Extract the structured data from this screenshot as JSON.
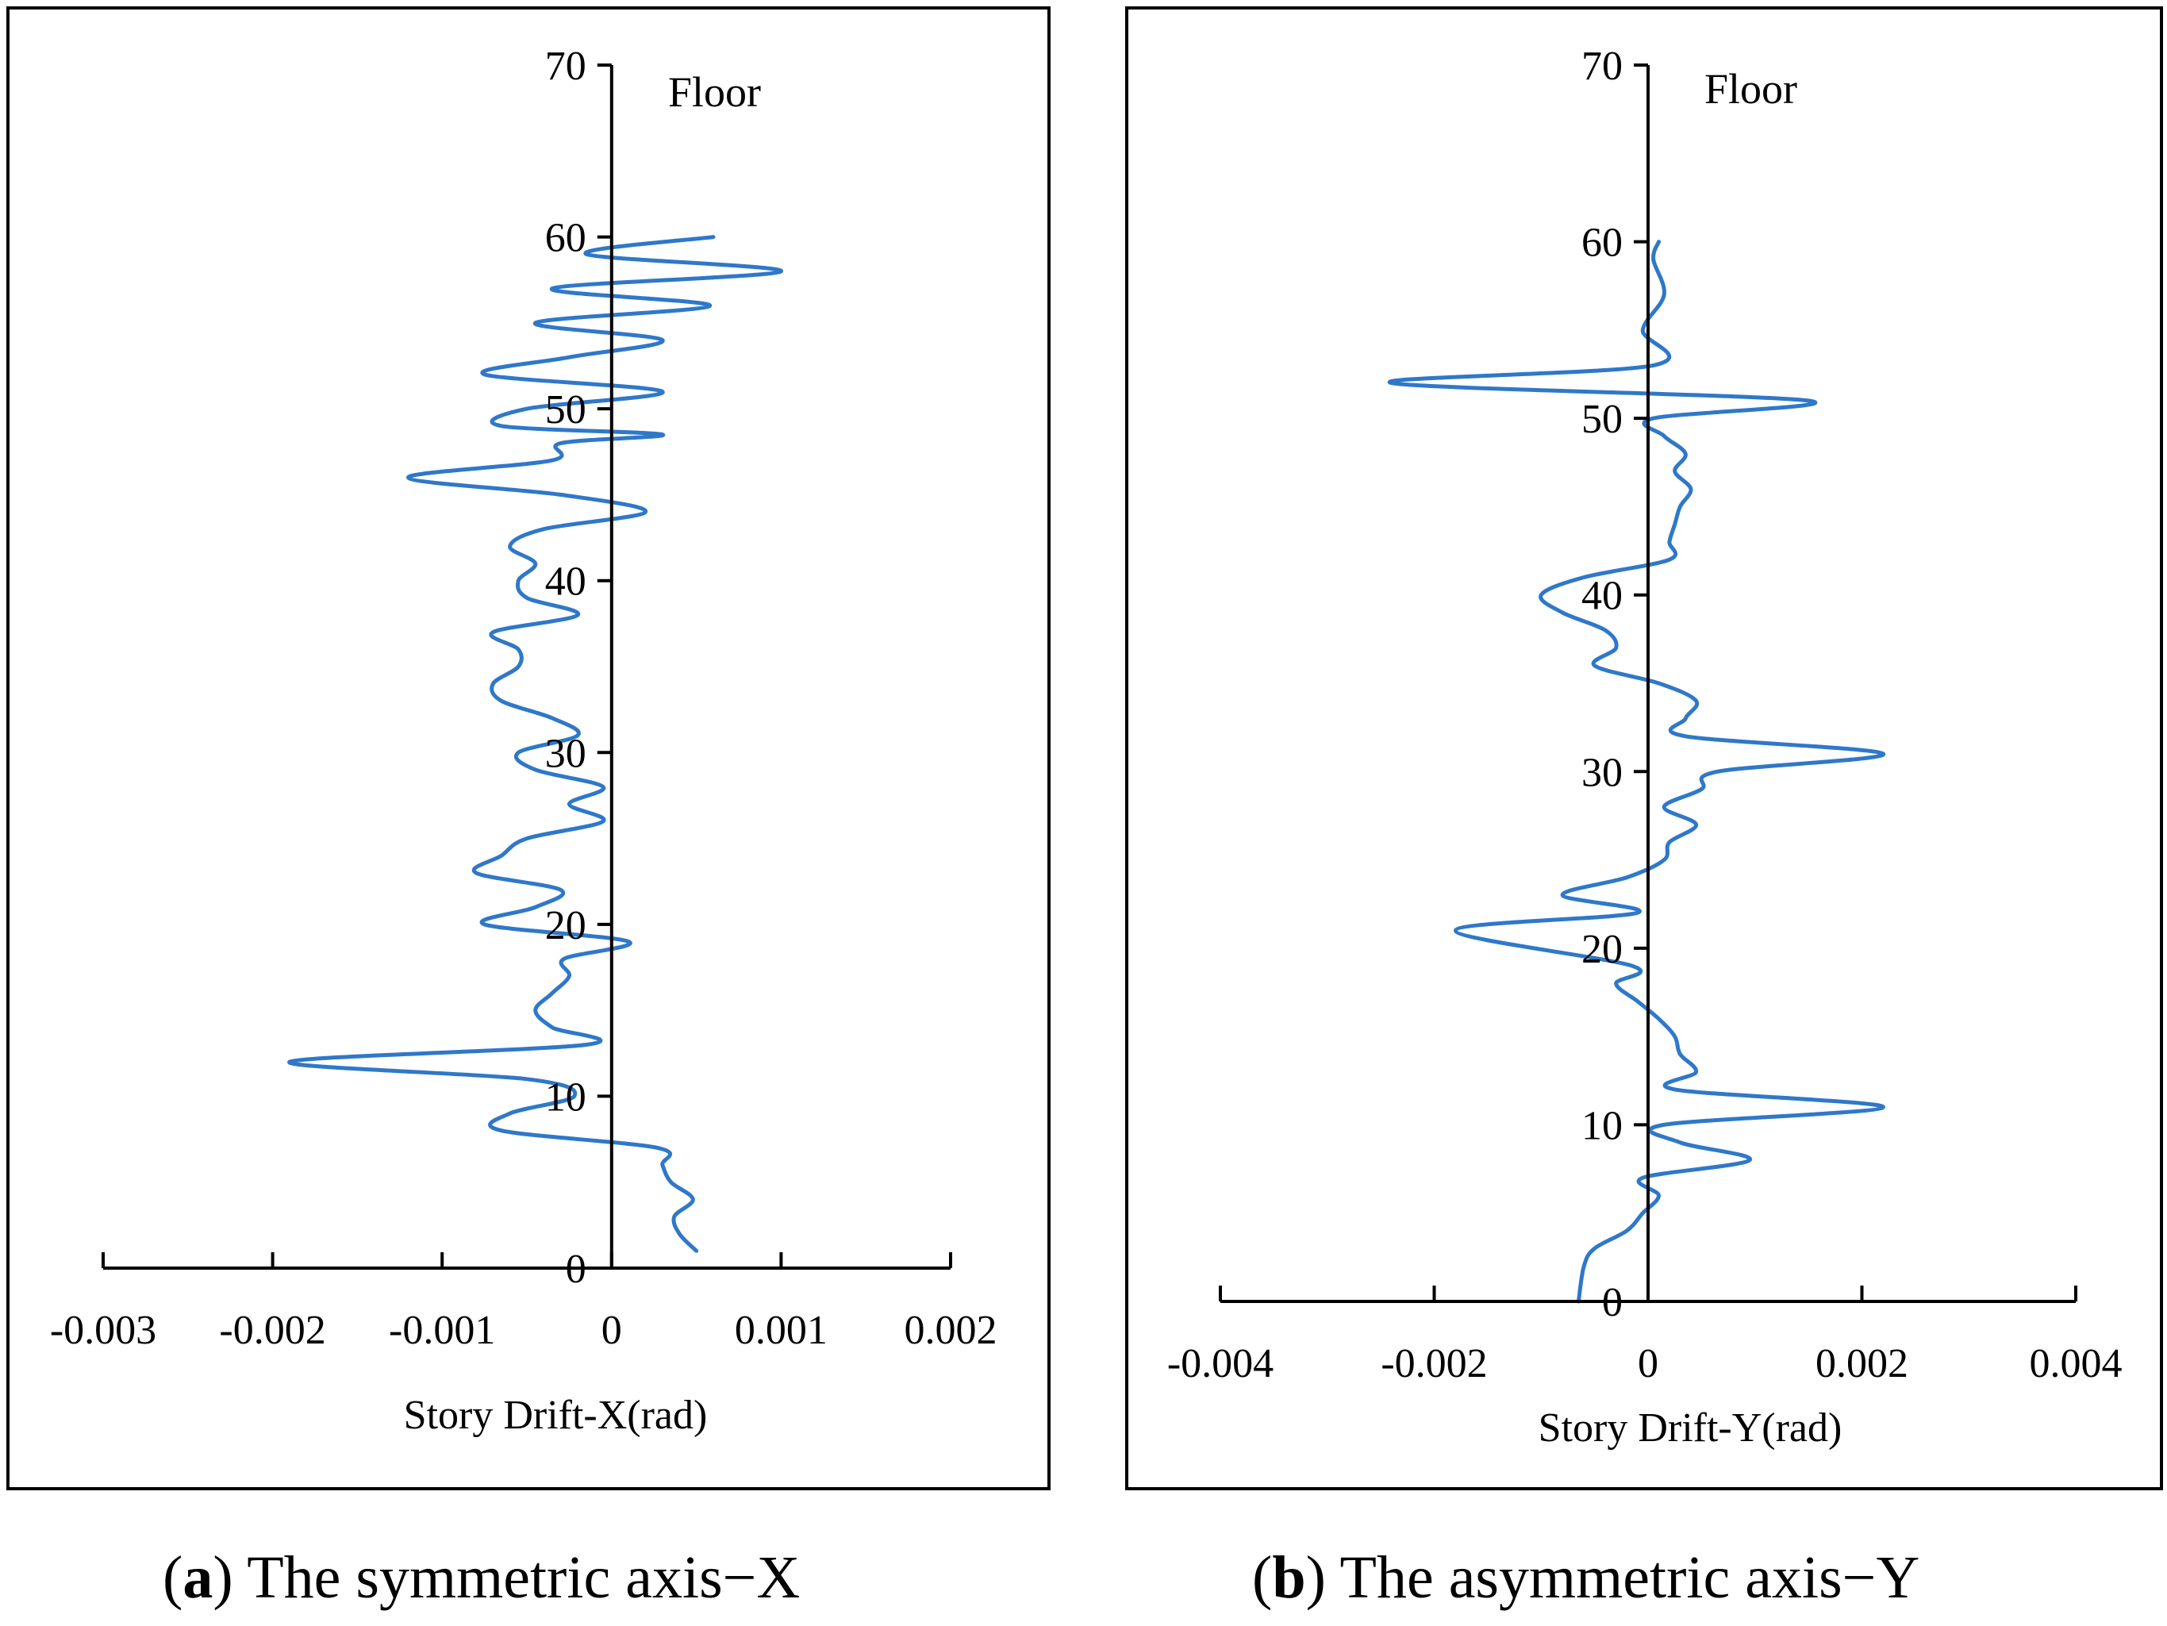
{
  "chart_data": [
    {
      "type": "line",
      "panel": "a",
      "floor_label": "Floor",
      "xlabel": "Story Drift-X(rad)",
      "xlim": [
        -0.003,
        0.002
      ],
      "x_ticks": [
        "-0.003",
        "-0.002",
        "-0.001",
        "0",
        "0.001",
        "0.002"
      ],
      "ylim": [
        0,
        70
      ],
      "y_ticks": [
        "0",
        "10",
        "20",
        "30",
        "40",
        "50",
        "60",
        "70"
      ],
      "grid": false,
      "color": "#2f78c9",
      "series": [
        {
          "points": [
            [
              0.0005,
              1
            ],
            [
              0.0004,
              2
            ],
            [
              0.00037,
              3
            ],
            [
              0.00048,
              4
            ],
            [
              0.00035,
              5
            ],
            [
              0.0003,
              6
            ],
            [
              0.00027,
              7
            ],
            [
              -0.00065,
              8
            ],
            [
              -0.0006,
              9
            ],
            [
              -0.00022,
              10
            ],
            [
              -0.0005,
              11
            ],
            [
              -0.0019,
              12
            ],
            [
              -0.00015,
              13
            ],
            [
              -0.00035,
              14
            ],
            [
              -0.00045,
              15
            ],
            [
              -0.00035,
              16
            ],
            [
              -0.00025,
              17
            ],
            [
              -0.00028,
              18
            ],
            [
              0.0001,
              19
            ],
            [
              -0.00075,
              20
            ],
            [
              -0.00045,
              21
            ],
            [
              -0.0003,
              22
            ],
            [
              -0.0008,
              23
            ],
            [
              -0.00065,
              24
            ],
            [
              -0.0005,
              25
            ],
            [
              -5e-05,
              26
            ],
            [
              -0.00025,
              27
            ],
            [
              -5e-05,
              28
            ],
            [
              -0.00045,
              29
            ],
            [
              -0.00055,
              30
            ],
            [
              -0.0002,
              31
            ],
            [
              -0.00035,
              32
            ],
            [
              -0.00065,
              33
            ],
            [
              -0.0007,
              34
            ],
            [
              -0.00055,
              35
            ],
            [
              -0.00055,
              36
            ],
            [
              -0.0007,
              37
            ],
            [
              -0.0002,
              38
            ],
            [
              -0.0005,
              39
            ],
            [
              -0.00055,
              40
            ],
            [
              -0.00045,
              41
            ],
            [
              -0.0006,
              42
            ],
            [
              -0.0004,
              43
            ],
            [
              0.0002,
              44
            ],
            [
              -0.0003,
              45
            ],
            [
              -0.0012,
              46
            ],
            [
              -0.00035,
              47
            ],
            [
              -0.0003,
              48
            ],
            [
              0.0003,
              48.5
            ],
            [
              -0.00065,
              49
            ],
            [
              -0.0005,
              50
            ],
            [
              0.0003,
              51
            ],
            [
              -0.00075,
              52
            ],
            [
              -0.00025,
              53
            ],
            [
              0.0003,
              54
            ],
            [
              -0.00045,
              55
            ],
            [
              0.00058,
              56
            ],
            [
              -0.00035,
              57
            ],
            [
              0.001,
              58
            ],
            [
              -0.00015,
              59
            ],
            [
              0.0006,
              60
            ]
          ]
        }
      ]
    },
    {
      "type": "line",
      "panel": "b",
      "floor_label": "Floor",
      "xlabel": "Story Drift-Y(rad)",
      "xlim": [
        -0.004,
        0.004
      ],
      "x_ticks": [
        "-0.004",
        "-0.002",
        "0",
        "0.002",
        "0.004"
      ],
      "ylim": [
        0,
        70
      ],
      "y_ticks": [
        "0",
        "10",
        "20",
        "30",
        "40",
        "50",
        "60",
        "70"
      ],
      "grid": false,
      "color": "#2f78c9",
      "series": [
        {
          "points": [
            [
              -0.00065,
              0
            ],
            [
              -0.0006,
              2
            ],
            [
              -0.0005,
              3
            ],
            [
              -0.0002,
              4
            ],
            [
              -5e-05,
              5
            ],
            [
              0.0001,
              6
            ],
            [
              -5e-05,
              7
            ],
            [
              0.00095,
              8
            ],
            [
              0.0003,
              9
            ],
            [
              0.00015,
              10
            ],
            [
              0.0022,
              11
            ],
            [
              0.00025,
              12
            ],
            [
              0.00045,
              13
            ],
            [
              0.0003,
              14
            ],
            [
              0.00025,
              15
            ],
            [
              0.0001,
              16
            ],
            [
              -0.0001,
              17
            ],
            [
              -0.0003,
              18
            ],
            [
              -0.00015,
              19
            ],
            [
              -0.0018,
              21
            ],
            [
              -0.0001,
              22
            ],
            [
              -0.0008,
              23
            ],
            [
              -0.0002,
              24
            ],
            [
              0.00015,
              25
            ],
            [
              0.0002,
              26
            ],
            [
              0.00045,
              27
            ],
            [
              0.00015,
              28
            ],
            [
              0.0005,
              29
            ],
            [
              0.00065,
              30
            ],
            [
              0.0022,
              31
            ],
            [
              0.00035,
              32
            ],
            [
              0.00035,
              33
            ],
            [
              0.00045,
              34
            ],
            [
              0.0001,
              35
            ],
            [
              -0.0005,
              36
            ],
            [
              -0.0003,
              37
            ],
            [
              -0.0004,
              38
            ],
            [
              -0.0008,
              39
            ],
            [
              -0.001,
              40
            ],
            [
              -0.0006,
              41
            ],
            [
              0.0002,
              42
            ],
            [
              0.0002,
              43
            ],
            [
              0.00025,
              44
            ],
            [
              0.0003,
              45
            ],
            [
              0.0004,
              46
            ],
            [
              0.00025,
              47
            ],
            [
              0.00035,
              48
            ],
            [
              0.00015,
              49
            ],
            [
              5e-05,
              50
            ],
            [
              0.0015,
              51
            ],
            [
              -0.0024,
              52
            ],
            [
              5e-05,
              53
            ],
            [
              -5e-05,
              55
            ],
            [
              0.00015,
              57
            ],
            [
              5e-05,
              59
            ],
            [
              0.0001,
              60
            ]
          ]
        }
      ]
    }
  ],
  "captions": {
    "a": {
      "letter": "a",
      "text": "The symmetric axis−X"
    },
    "b": {
      "letter": "b",
      "text": "The asymmetric axis−Y"
    }
  }
}
